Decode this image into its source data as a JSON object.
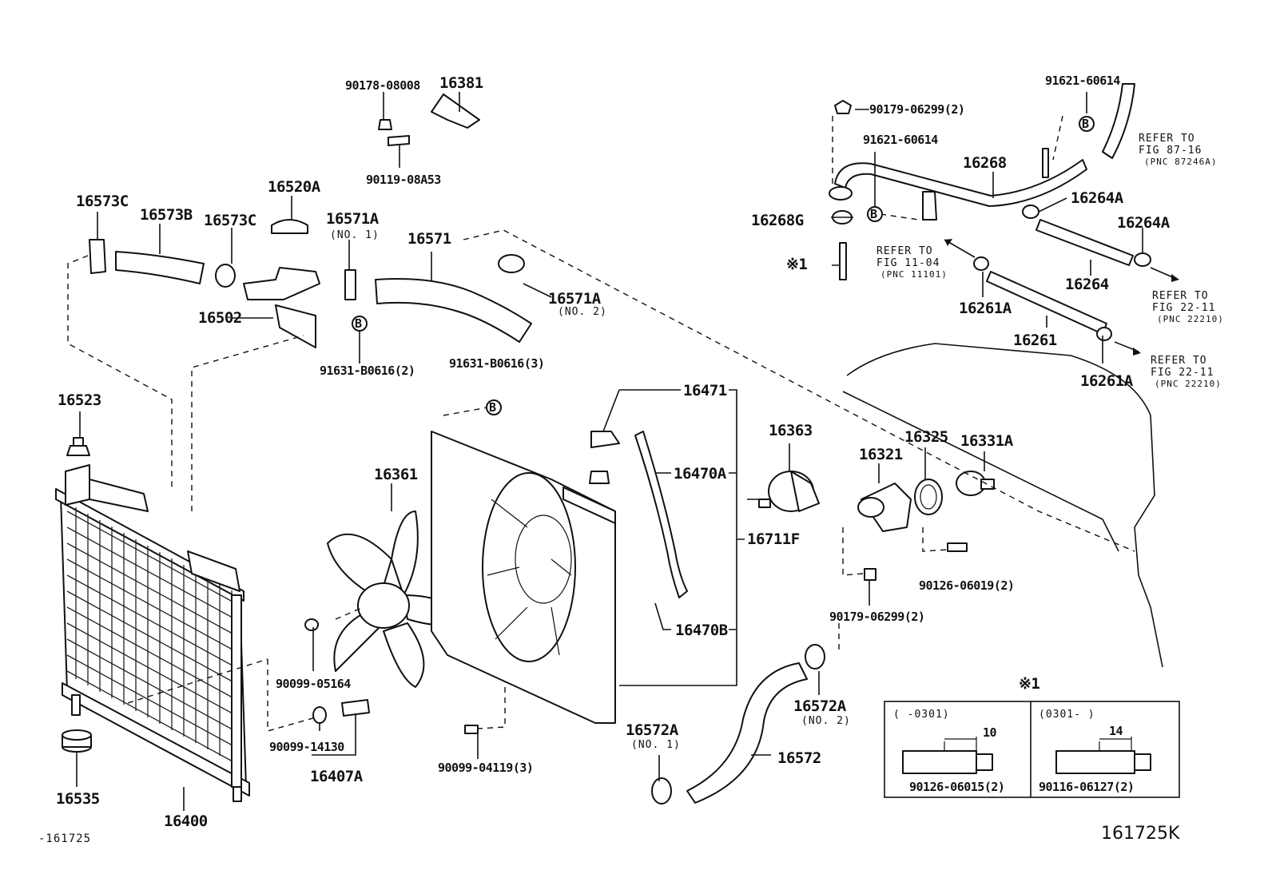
{
  "figure": {
    "id_bottom_left": "-161725",
    "id_bottom_right": "161725K"
  },
  "labels": {
    "p90178_08008": "90178-08008",
    "p16381": "16381",
    "p90119_08A53": "90119-08A53",
    "p16573C_a": "16573C",
    "p16573B": "16573B",
    "p16573C_b": "16573C",
    "p16520A": "16520A",
    "p16571A": "16571A",
    "p16571A_no1": "(NO. 1)",
    "p16571": "16571",
    "p16571A_b": "16571A",
    "p16571A_no2": "(NO. 2)",
    "p16502": "16502",
    "p91631_B0616_2": "91631-B0616(2)",
    "p91631_B0616_3": "91631-B0616(3)",
    "p16523": "16523",
    "p16361": "16361",
    "p16471": "16471",
    "p16470A": "16470A",
    "p16711F": "16711F",
    "p16470B": "16470B",
    "p16363": "16363",
    "p16325": "16325",
    "p16321": "16321",
    "p16331A": "16331A",
    "p90126_06019": "90126-06019(2)",
    "p90179_06299_b": "90179-06299(2)",
    "p90099_05164": "90099-05164",
    "p90099_14130": "90099-14130",
    "p16407A": "16407A",
    "p90099_04119": "90099-04119(3)",
    "p16572A_a": "16572A",
    "p16572A_a_no": "(NO. 1)",
    "p16572": "16572",
    "p16572A_b": "16572A",
    "p16572A_b_no": "(NO. 2)",
    "p16535": "16535",
    "p16400": "16400",
    "p90179_06299_a": "90179-06299(2)",
    "p91621_60614_a": "91621-60614",
    "p91621_60614_b": "91621-60614",
    "p16268": "16268",
    "p16268G": "16268G",
    "p16264A_a": "16264A",
    "p16264A_b": "16264A",
    "p16264": "16264",
    "p16261A_a": "16261A",
    "p16261": "16261",
    "p16261A_b": "16261A",
    "star1": "※1",
    "callout_B": "B"
  },
  "refers": {
    "r1": {
      "line1": "REFER TO",
      "line2": "FIG 87-16",
      "line3": "(PNC 87246A)"
    },
    "r2": {
      "line1": "REFER TO",
      "line2": "FIG 11-04",
      "line3": "(PNC 11101)"
    },
    "r3": {
      "line1": "REFER TO",
      "line2": "FIG 22-11",
      "line3": "(PNC 22210)"
    },
    "r4": {
      "line1": "REFER TO",
      "line2": "FIG 22-11",
      "line3": "(PNC 22210)"
    }
  },
  "inset": {
    "title": "※1",
    "left": {
      "range": "(    -0301)",
      "dim": "10",
      "part": "90126-06015(2)"
    },
    "right": {
      "range": "(0301-    )",
      "dim": "14",
      "part": "90116-06127(2)"
    }
  }
}
